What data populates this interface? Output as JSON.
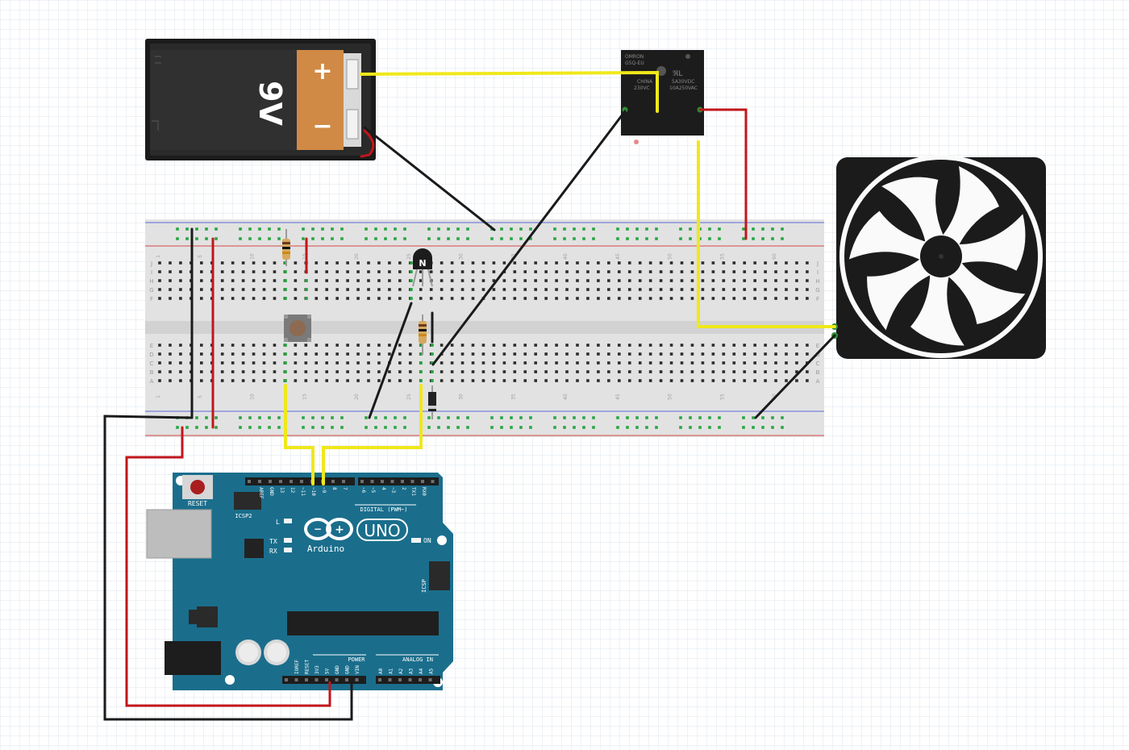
{
  "battery": {
    "voltage_label": "9V",
    "plus_sign": "+",
    "minus_sign": "−"
  },
  "relay": {
    "lines": [
      "OMRON",
      "G5Q-EU",
      "",
      "CHINA",
      "230VC",
      "5A30VDC",
      "10A250VAC"
    ],
    "ul_mark": "ℜL"
  },
  "transistor": {
    "label": "N"
  },
  "breadboard": {
    "row_letters_top": [
      "J",
      "I",
      "H",
      "G",
      "F"
    ],
    "row_letters_bottom": [
      "E",
      "D",
      "C",
      "B",
      "A"
    ],
    "column_numbers": [
      "1",
      "5",
      "10",
      "15",
      "20",
      "25",
      "30",
      "35",
      "40",
      "45",
      "50",
      "55",
      "60"
    ]
  },
  "arduino": {
    "reset_label": "RESET",
    "icsp2_label": "ICSP2",
    "icsp_label": "ICSP",
    "digital_label": "DIGITAL (PWM~)",
    "uno_label": "UNO",
    "brand_label": "Arduino",
    "l_label": "L",
    "tx_label": "TX",
    "rx_label": "RX",
    "on_label": "ON",
    "power_label": "POWER",
    "analog_label": "ANALOG IN",
    "digital_pins": [
      "AREF",
      "GND",
      "13",
      "12",
      "~11",
      "~10",
      "~9",
      "8",
      "7",
      "~6",
      "~5",
      "4",
      "~3",
      "2",
      "TX1",
      "RX0"
    ],
    "power_pins": [
      "IOREF",
      "RESET",
      "3V3",
      "5V",
      "GND",
      "GND",
      "VIN"
    ],
    "analog_pins": [
      "A0",
      "A1",
      "A2",
      "A3",
      "A4",
      "A5"
    ]
  },
  "colors": {
    "wire_black": "#1a1a1a",
    "wire_red": "#c0161c",
    "wire_yellow": "#f0e81a",
    "arduino_teal": "#1a6e8c",
    "breadboard": "#e4e4e4",
    "hole_green": "#26a641",
    "grid_line": "#d9e2ec"
  }
}
